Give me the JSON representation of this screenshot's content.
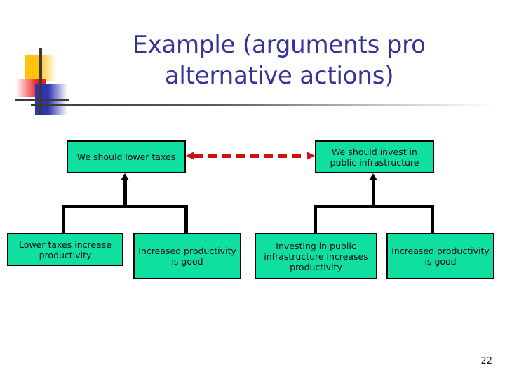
{
  "slide": {
    "title": "Example (arguments pro alternative actions)",
    "title_line_1": "Example (arguments pro",
    "title_line_2": "alternative actions)",
    "page_number": "22"
  },
  "theme": {
    "title_color": "#333399",
    "node_fill": "#0FE0A0",
    "node_border": "#000000",
    "conflict_arrow_color": "#CC1111",
    "link_color": "#000000",
    "logo_yellow": "#FFC20E",
    "logo_red": "#EE2222",
    "logo_blue": "#2D35B0",
    "rule_color": "#3A3A3A"
  },
  "diagram": {
    "type": "argument-map",
    "claims": [
      {
        "id": "claim-left",
        "label": "We should lower taxes"
      },
      {
        "id": "claim-right",
        "label": "We should invest in public infrastructure"
      }
    ],
    "premises": [
      {
        "id": "premise-1",
        "label": "Lower taxes increase productivity",
        "supports": "claim-left"
      },
      {
        "id": "premise-2",
        "label": "Increased productivity is good",
        "supports": "claim-left"
      },
      {
        "id": "premise-3",
        "label": "Investing in public infrastructure increases productivity",
        "supports": "claim-right"
      },
      {
        "id": "premise-4",
        "label": "Increased productivity is good",
        "supports": "claim-right"
      }
    ],
    "relations": [
      {
        "type": "conflict",
        "style": "dashed",
        "color": "#CC1111",
        "bidirectional": true,
        "from": "claim-left",
        "to": "claim-right"
      },
      {
        "type": "support",
        "style": "solid",
        "color": "#000000",
        "from": "premise-1+premise-2",
        "to": "claim-left"
      },
      {
        "type": "support",
        "style": "solid",
        "color": "#000000",
        "from": "premise-3+premise-4",
        "to": "claim-right"
      }
    ]
  }
}
